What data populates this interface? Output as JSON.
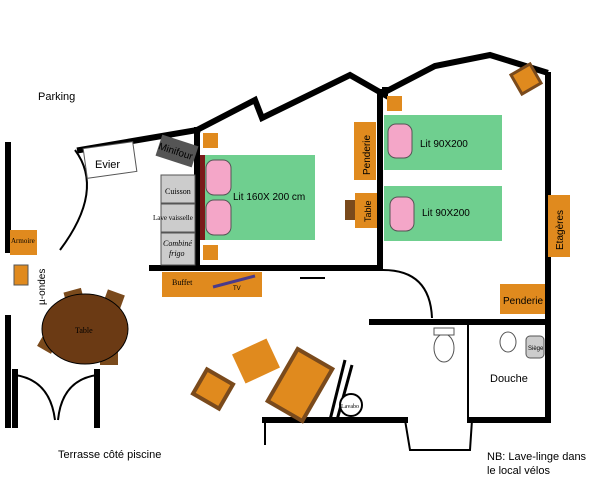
{
  "labels": {
    "parking": "Parking",
    "evier": "Evier",
    "minifour": "Minifour",
    "cuisson": "Cuisson",
    "lave_vaisselle": "Lave vaisselle",
    "combine": "Combiné",
    "frigo": "frigo",
    "buffet": "Buffet",
    "tv": "TV",
    "lit_double": "Lit 160X 200 cm",
    "penderie_1": "Penderie",
    "lit_simple_1": "Lit 90X200",
    "lit_simple_2": "Lit 90X200",
    "table_chevet": "Table",
    "etageres": "Etagères",
    "penderie_2": "Penderie",
    "armoire": "Armoire",
    "micro_ondes": "µ-ondes",
    "table": "Table",
    "lavabo": "Lavabo",
    "siege": "Siège",
    "douche": "Douche",
    "terrasse": "Terrasse côté piscine",
    "nb_line1": "NB: Lave-linge dans",
    "nb_line2": "le local vélos"
  },
  "colors": {
    "wall": "#000000",
    "furniture": "#e08a1e",
    "bed": "#6fcf8f",
    "pillow": "#f4a6c8",
    "appliance": "#cccccc",
    "brown": "#7a4a1c"
  }
}
